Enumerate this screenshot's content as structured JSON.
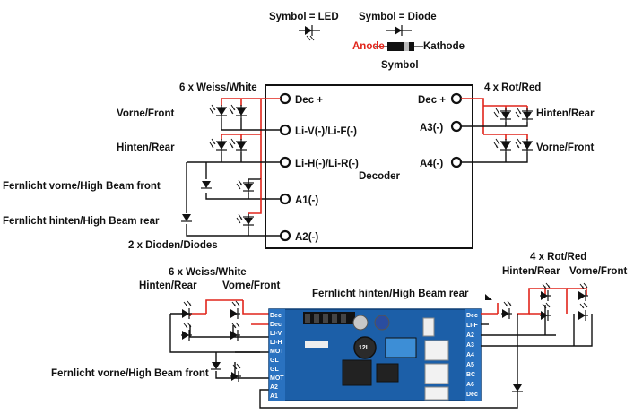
{
  "legend": {
    "led_title": "Symbol = LED",
    "diode_title": "Symbol = Diode",
    "anode": "Anode",
    "kathode": "Kathode",
    "symbol": "Symbol"
  },
  "decoder": {
    "label": "Decoder",
    "pins_left": [
      "Dec +",
      "Li-V(-)/Li-F(-)",
      "Li-H(-)/Li-R(-)",
      "A1(-)",
      "A2(-)"
    ],
    "pins_right": [
      "Dec +",
      "A3(-)",
      "A4(-)"
    ]
  },
  "top_labels": {
    "white": "6 x Weiss/White",
    "front": "Vorne/Front",
    "rear": "Hinten/Rear",
    "high_front": "Fernlicht vorne/High Beam front",
    "high_rear": "Fernlicht hinten/High Beam rear",
    "diodes": "2 x Dioden/Diodes",
    "red": "4 x Rot/Red",
    "red_rear": "Hinten/Rear",
    "red_front": "Vorne/Front"
  },
  "bottom_labels": {
    "white": "6 x Weiss/White",
    "rear": "Hinten/Rear",
    "front": "Vorne/Front",
    "high_front": "Fernlicht vorne/High Beam front",
    "high_rear": "Fernlicht hinten/High Beam rear",
    "red": "4 x Rot/Red",
    "red_rear": "Hinten/Rear",
    "red_front": "Vorne/Front"
  },
  "board": {
    "left_pins": [
      "Dec",
      "Dec",
      "LI-V",
      "LI-H",
      "MOT",
      "GL",
      "GL",
      "MOT",
      "A2",
      "A1"
    ],
    "right_pins": [
      "Dec",
      "LI-F",
      "A2",
      "A3",
      "A4",
      "A5",
      "BC",
      "A6",
      "Dec"
    ],
    "chip_text": "12L"
  },
  "colors": {
    "wire_black": "#111111",
    "wire_red": "#e1251b",
    "anode_red": "#e1251b",
    "pcb_blue": "#1c5fa8",
    "connector": "#ffffff"
  },
  "icons": [
    "led-symbol-icon",
    "diode-symbol-icon"
  ]
}
